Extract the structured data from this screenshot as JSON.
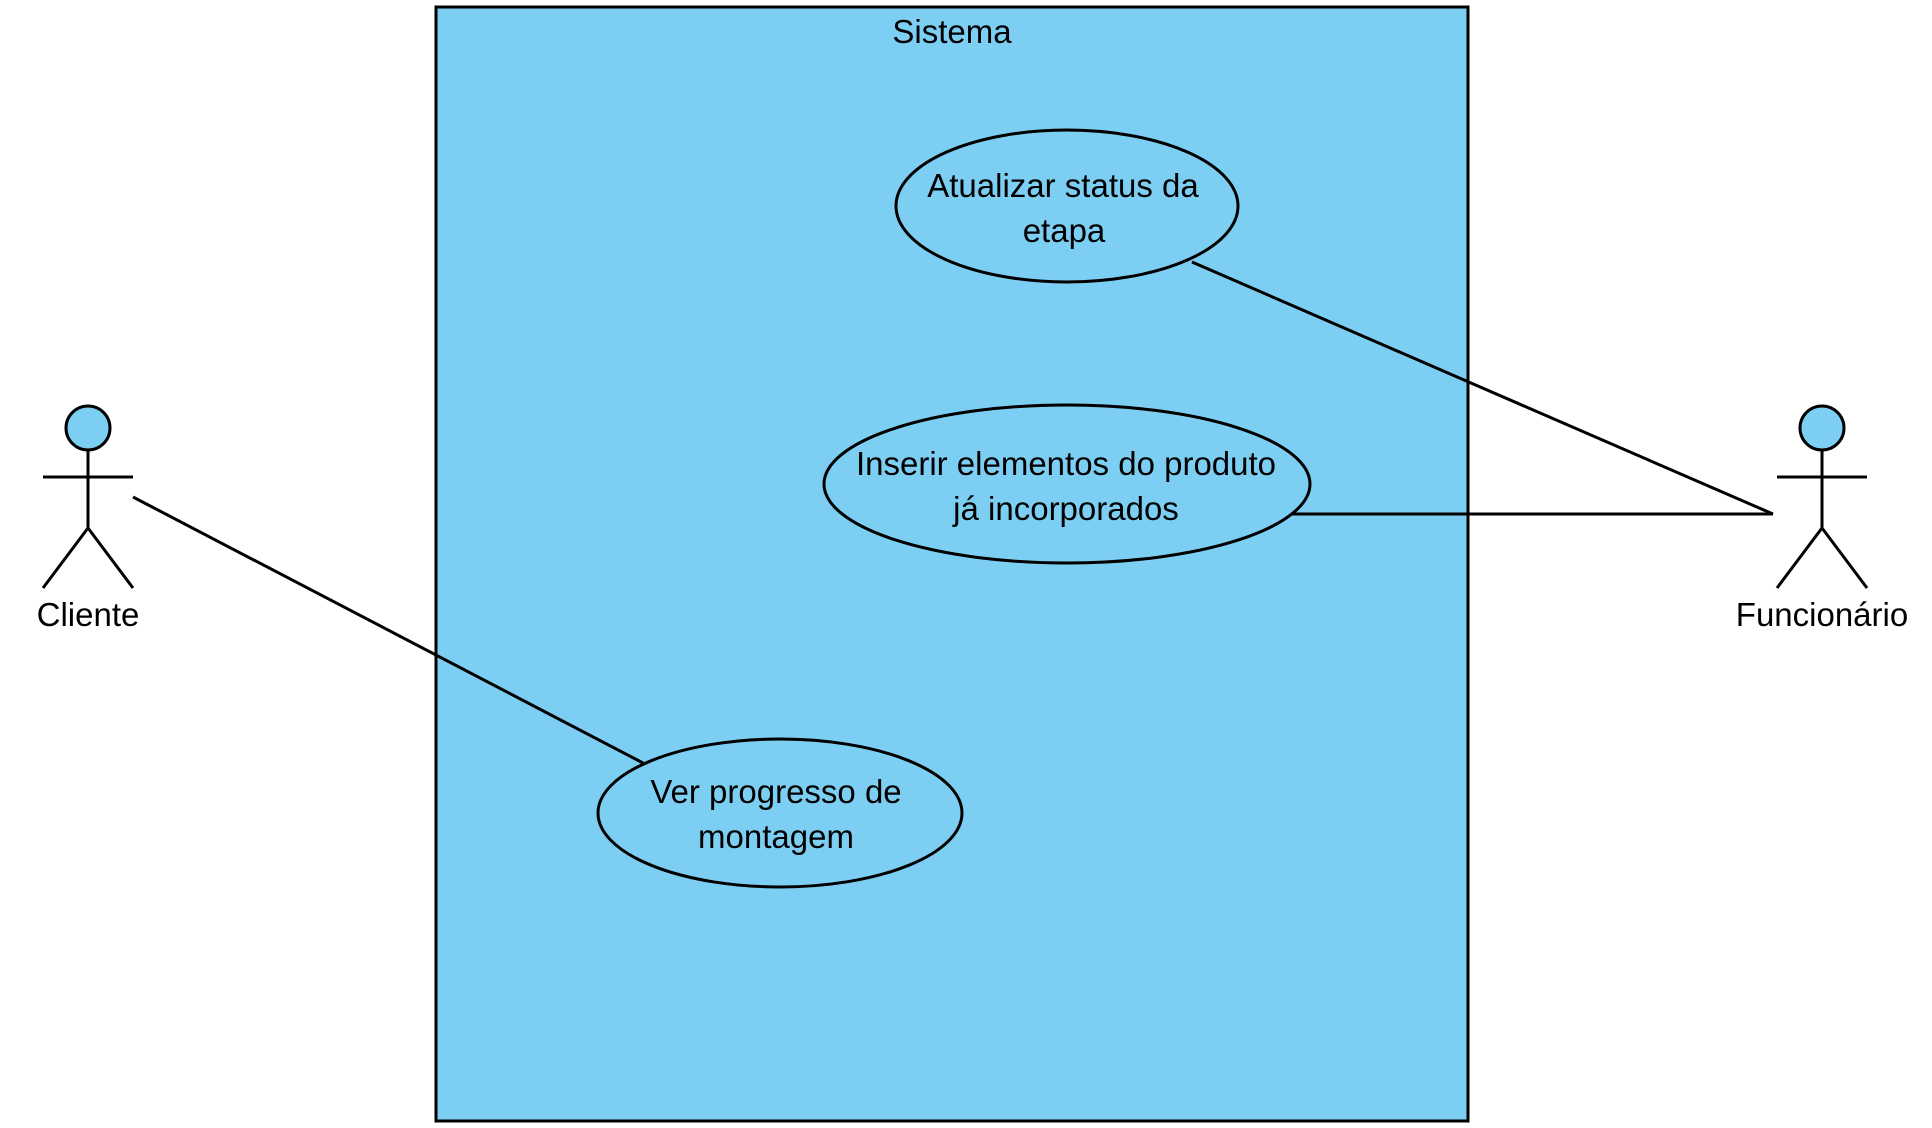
{
  "system": {
    "title": "Sistema"
  },
  "actors": {
    "cliente": {
      "label": "Cliente"
    },
    "funcionario": {
      "label": "Funcionário"
    }
  },
  "use_cases": {
    "atualizar": {
      "line1": "Atualizar status da",
      "line2": "etapa"
    },
    "inserir": {
      "line1": "Inserir elementos do produto",
      "line2": "já incorporados"
    },
    "ver": {
      "line1": "Ver progresso de",
      "line2": "montagem"
    }
  },
  "colors": {
    "fill": "#7ccff3",
    "stroke": "#000000",
    "background": "#ffffff"
  }
}
